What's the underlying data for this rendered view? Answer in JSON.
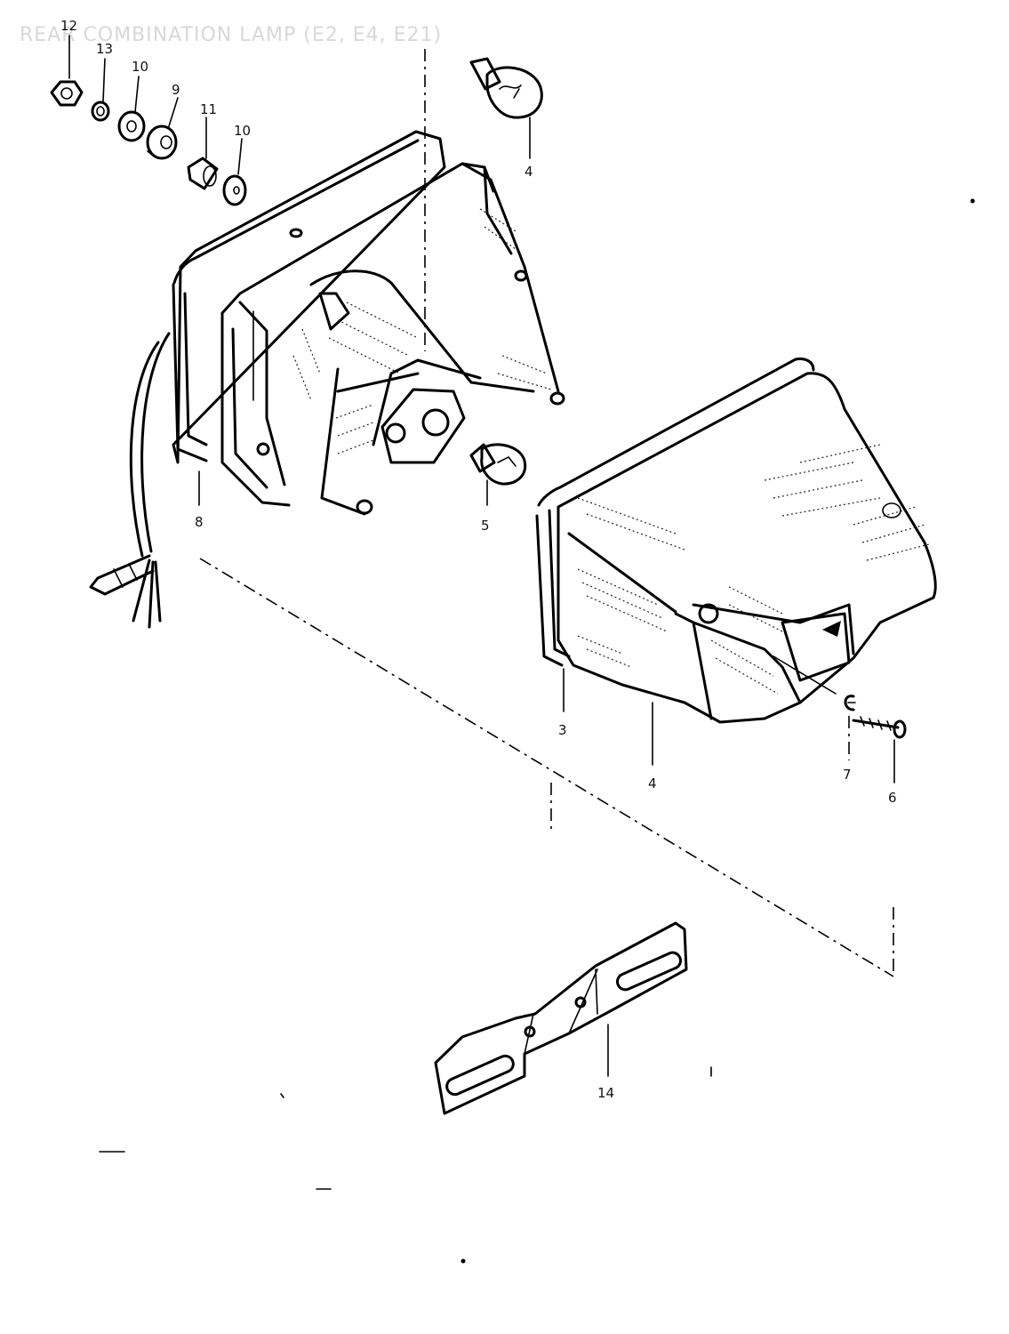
{
  "title": "REAR COMBINATION LAMP (E2, E4, E21)",
  "parts": {
    "p12": "12",
    "p13": "13",
    "p10a": "10",
    "p9": "9",
    "p11": "11",
    "p10b": "10",
    "p4a": "4",
    "p8": "8",
    "p5": "5",
    "p3": "3",
    "p4b": "4",
    "p7": "7",
    "p6": "6",
    "p14": "14"
  }
}
